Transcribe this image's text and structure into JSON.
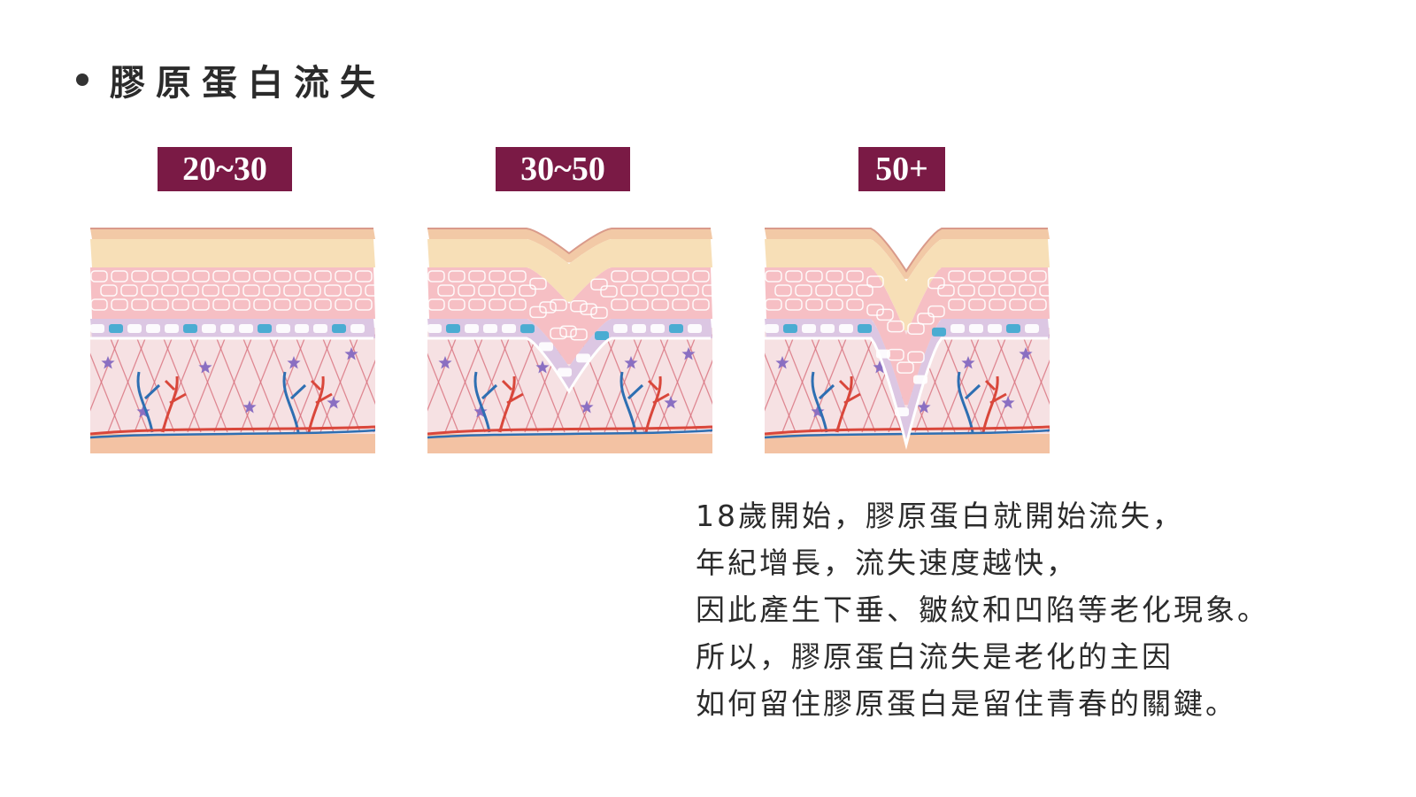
{
  "heading": "膠原蛋白流失",
  "colors": {
    "label_bg": "#7a1a45",
    "label_text": "#ffffff",
    "epidermis_top": "#f2c9a6",
    "corneum": "#f7dfb7",
    "spinous": "#f6bfc4",
    "basal_blue": "#3aa9cf",
    "basal_lilac": "#dcc7e3",
    "dermis": "#f6e1e3",
    "fiber": "#d9727f",
    "star": "#8a6fc2",
    "artery": "#d9473b",
    "vein": "#2e6fb2",
    "fat": "#f3c2a3"
  },
  "stages": [
    {
      "label": "20~30",
      "depth": 0
    },
    {
      "label": "30~50",
      "depth": 0.5
    },
    {
      "label": "50+",
      "depth": 1
    }
  ],
  "description": {
    "lines": [
      "18歲開始，膠原蛋白就開始流失，",
      "年紀增長，流失速度越快，",
      "因此產生下垂、皺紋和凹陷等老化現象。",
      "所以，膠原蛋白流失是老化的主因",
      "如何留住膠原蛋白是留住青春的關鍵。"
    ]
  }
}
